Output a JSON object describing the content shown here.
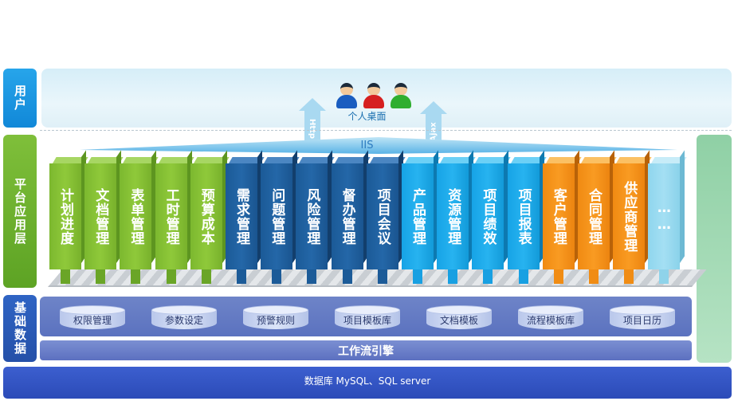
{
  "layers": {
    "user": "用户",
    "platform": "平台应用层",
    "base": "基础数据"
  },
  "user_section": {
    "desktop": "个人桌面",
    "arrow_left": "Http",
    "arrow_right": "Ajax",
    "server": "IIS"
  },
  "modules": [
    {
      "label": "计划进度",
      "lines": [
        "计划",
        "进度"
      ],
      "color": "green"
    },
    {
      "label": "文档管理",
      "lines": [
        "文档",
        "管理"
      ],
      "color": "green"
    },
    {
      "label": "表单管理",
      "lines": [
        "表单",
        "管理"
      ],
      "color": "green"
    },
    {
      "label": "工时管理",
      "lines": [
        "工时",
        "管理"
      ],
      "color": "green"
    },
    {
      "label": "预算成本",
      "lines": [
        "预算",
        "成本"
      ],
      "color": "green"
    },
    {
      "label": "需求管理",
      "lines": [
        "需求",
        "管理"
      ],
      "color": "blue"
    },
    {
      "label": "问题管理",
      "lines": [
        "问题",
        "管理"
      ],
      "color": "blue"
    },
    {
      "label": "风险管理",
      "lines": [
        "风险",
        "管理"
      ],
      "color": "blue"
    },
    {
      "label": "督办管理",
      "lines": [
        "督办",
        "管理"
      ],
      "color": "blue"
    },
    {
      "label": "项目会议",
      "lines": [
        "项目",
        "会议"
      ],
      "color": "blue"
    },
    {
      "label": "产品管理",
      "lines": [
        "产品",
        "管理"
      ],
      "color": "cyan"
    },
    {
      "label": "资源管理",
      "lines": [
        "资源",
        "管理"
      ],
      "color": "cyan"
    },
    {
      "label": "项目绩效",
      "lines": [
        "项目",
        "绩效"
      ],
      "color": "cyan"
    },
    {
      "label": "项目报表",
      "lines": [
        "项目",
        "报表"
      ],
      "color": "cyan"
    },
    {
      "label": "客户管理",
      "lines": [
        "客户",
        "管理"
      ],
      "color": "orange"
    },
    {
      "label": "合同管理",
      "lines": [
        "合同",
        "管理"
      ],
      "color": "orange"
    },
    {
      "label": "供应商管理",
      "lines": [
        "供应",
        "商管理"
      ],
      "color": "orange"
    },
    {
      "label": "……",
      "lines": [
        "……"
      ],
      "color": "light"
    }
  ],
  "base_data": [
    "权限管理",
    "参数设定",
    "预警规则",
    "项目模板库",
    "文档模板",
    "流程模板库",
    "项目日历"
  ],
  "workflow": "工作流引擎",
  "database": "数据库   MySQL、SQL server"
}
